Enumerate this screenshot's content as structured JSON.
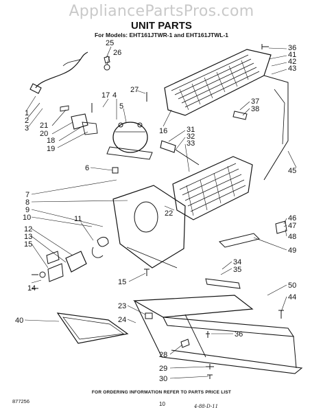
{
  "watermark": "AppliancePartsPros.com",
  "title": "UNIT PARTS",
  "models_line": "For Models: EHT161JTWR-1 and EHT161JTWL-1",
  "footer_note": "FOR ORDERING INFORMATION REFER TO PARTS PRICE LIST",
  "code": "877256",
  "page_number": "10",
  "handwritten": "4-88-D-11",
  "callouts": [
    {
      "id": "c25",
      "text": "25"
    },
    {
      "id": "c26",
      "text": "26"
    },
    {
      "id": "c1",
      "text": "1"
    },
    {
      "id": "c2",
      "text": "2"
    },
    {
      "id": "c3",
      "text": "3"
    },
    {
      "id": "c21",
      "text": "21"
    },
    {
      "id": "c20",
      "text": "20"
    },
    {
      "id": "c18",
      "text": "18"
    },
    {
      "id": "c19",
      "text": "19"
    },
    {
      "id": "c17",
      "text": "17"
    },
    {
      "id": "c4",
      "text": "4"
    },
    {
      "id": "c5",
      "text": "5"
    },
    {
      "id": "c27",
      "text": "27"
    },
    {
      "id": "c6",
      "text": "6"
    },
    {
      "id": "c7",
      "text": "7"
    },
    {
      "id": "c8",
      "text": "8"
    },
    {
      "id": "c9",
      "text": "9"
    },
    {
      "id": "c10",
      "text": "10"
    },
    {
      "id": "c12",
      "text": "12"
    },
    {
      "id": "c13",
      "text": "13"
    },
    {
      "id": "c15a",
      "text": "15"
    },
    {
      "id": "c11",
      "text": "11"
    },
    {
      "id": "c14",
      "text": "14"
    },
    {
      "id": "c40",
      "text": "40"
    },
    {
      "id": "c16",
      "text": "16"
    },
    {
      "id": "c31",
      "text": "31"
    },
    {
      "id": "c32",
      "text": "32"
    },
    {
      "id": "c33",
      "text": "33"
    },
    {
      "id": "c36a",
      "text": "36"
    },
    {
      "id": "c41",
      "text": "41"
    },
    {
      "id": "c42",
      "text": "42"
    },
    {
      "id": "c43",
      "text": "43"
    },
    {
      "id": "c37",
      "text": "37"
    },
    {
      "id": "c38",
      "text": "38"
    },
    {
      "id": "c45",
      "text": "45"
    },
    {
      "id": "c22",
      "text": "22"
    },
    {
      "id": "c46",
      "text": "46"
    },
    {
      "id": "c47",
      "text": "47"
    },
    {
      "id": "c48",
      "text": "48"
    },
    {
      "id": "c49",
      "text": "49"
    },
    {
      "id": "c34",
      "text": "34"
    },
    {
      "id": "c35",
      "text": "35"
    },
    {
      "id": "c15b",
      "text": "15"
    },
    {
      "id": "c50",
      "text": "50"
    },
    {
      "id": "c44",
      "text": "44"
    },
    {
      "id": "c23",
      "text": "23"
    },
    {
      "id": "c24",
      "text": "24"
    },
    {
      "id": "c36b",
      "text": "36"
    },
    {
      "id": "c28",
      "text": "28"
    },
    {
      "id": "c29",
      "text": "29"
    },
    {
      "id": "c30",
      "text": "30"
    }
  ]
}
